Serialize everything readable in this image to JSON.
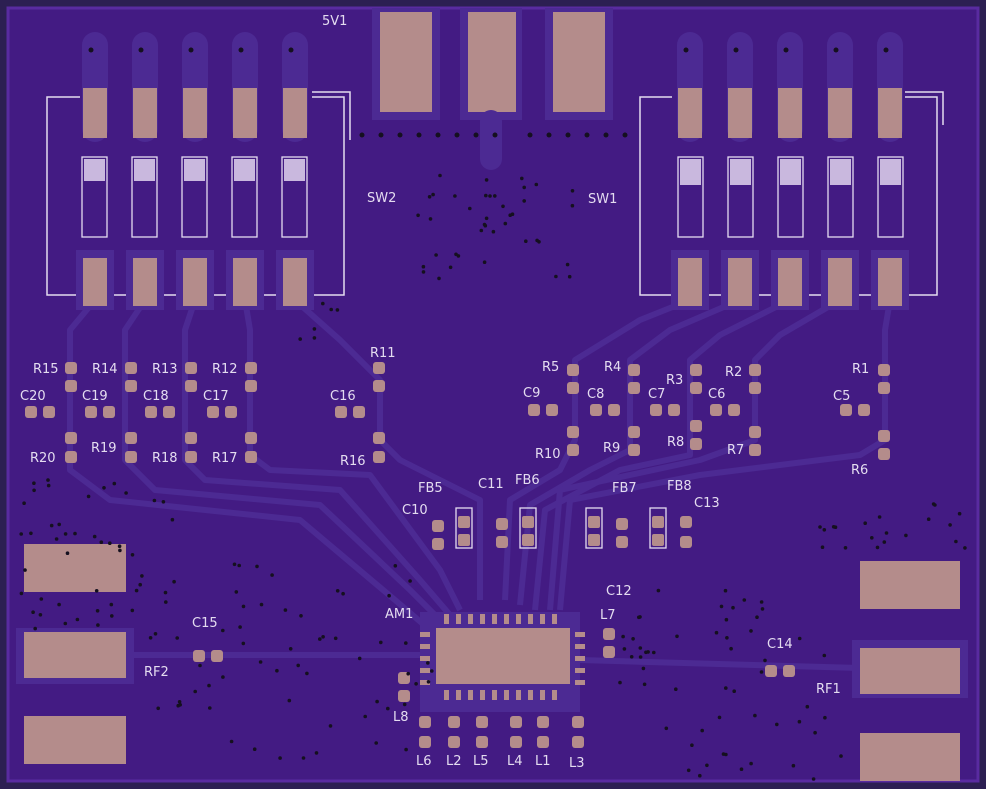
{
  "board": {
    "colors": {
      "board": "#431b83",
      "edge": "#2c1f52",
      "pad": "#b48c8b",
      "silkscreen": "#e4dcf0",
      "trace": "#4c2a93",
      "outline": "#592ba0"
    },
    "labels": {
      "v5": "5V1",
      "sw2": "SW2",
      "sw1": "SW1",
      "r15": "R15",
      "r14": "R14",
      "r13": "R13",
      "r12": "R12",
      "r11": "R11",
      "r5": "R5",
      "r4": "R4",
      "r3": "R3",
      "r2": "R2",
      "r1": "R1",
      "c20": "C20",
      "c19": "C19",
      "c18": "C18",
      "c17": "C17",
      "c16": "C16",
      "c9": "C9",
      "c8": "C8",
      "c7": "C7",
      "c6": "C6",
      "c5": "C5",
      "r20": "R20",
      "r19": "R19",
      "r18": "R18",
      "r17": "R17",
      "r16": "R16",
      "r10": "R10",
      "r9": "R9",
      "r8": "R8",
      "r7": "R7",
      "r6": "R6",
      "fb5": "FB5",
      "c11": "C11",
      "fb6": "FB6",
      "fb7": "FB7",
      "fb8": "FB8",
      "c10": "C10",
      "c13": "C13",
      "c12": "C12",
      "am1": "AM1",
      "l7": "L7",
      "c15": "C15",
      "c14": "C14",
      "rf2": "RF2",
      "rf1": "RF1",
      "l8": "L8",
      "l6": "L6",
      "l2": "L2",
      "l5": "L5",
      "l4": "L4",
      "l1": "L1",
      "l3": "L3"
    }
  }
}
